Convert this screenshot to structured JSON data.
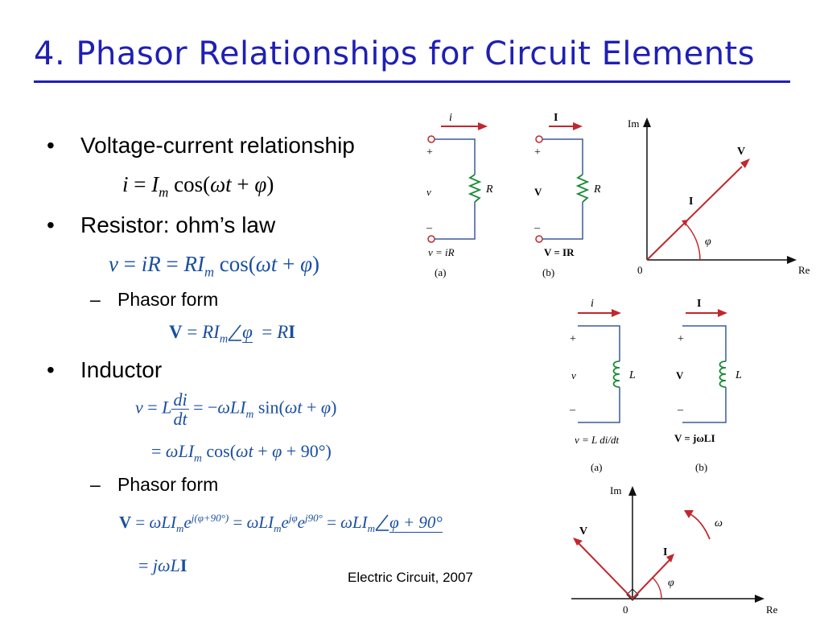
{
  "slide": {
    "title": "4. Phasor Relationships for Circuit Elements",
    "footer": "Electric Circuit, 2007"
  },
  "bullets": {
    "b1": "Voltage-current relationship",
    "b2": "Resistor: ohm’s law",
    "b2_sub": "Phasor form",
    "b3": "Inductor",
    "b3_sub": "Phasor form",
    "bullet_char": "•",
    "dash_char": "–"
  },
  "equations": {
    "current": "i = I_m cos(ωt + φ)",
    "resistor_time": "v = iR = RI_m cos(ωt + φ)",
    "resistor_phasor": "V = RI_m∠φ = RI",
    "inductor_time_1": "v = L di/dt = −ωLI_m sin(ωt + φ)",
    "inductor_time_2": "= ωLI_m cos(ωt + φ + 90°)",
    "inductor_phasor_1": "V = ωLI_m e^{j(φ+90°)} = ωLI_m e^{jφ} e^{j90°} = ωLI_m∠φ + 90°",
    "inductor_phasor_2": "= jωLI"
  },
  "figures": {
    "resistor_time": {
      "current_label": "i",
      "voltage_label": "v",
      "element_label": "R",
      "relation": "v = iR",
      "caption": "(a)"
    },
    "resistor_phasor": {
      "current_label": "I",
      "voltage_label": "V",
      "element_label": "R",
      "relation": "V = IR",
      "caption": "(b)"
    },
    "resistor_diagram": {
      "y_axis": "Im",
      "x_axis": "Re",
      "origin": "0",
      "voltage": "V",
      "current": "I",
      "angle": "φ"
    },
    "inductor_time": {
      "current_label": "i",
      "voltage_label": "v",
      "element_label": "L",
      "relation": "v = L di/dt",
      "caption": "(a)"
    },
    "inductor_phasor": {
      "current_label": "I",
      "voltage_label": "V",
      "element_label": "L",
      "relation": "V = jωLI",
      "caption": "(b)"
    },
    "inductor_diagram": {
      "y_axis": "Im",
      "x_axis": "Re",
      "origin": "0",
      "voltage": "V",
      "current": "I",
      "angle": "φ",
      "rotation": "ω"
    },
    "plus_sign": "+",
    "minus_sign": "–"
  },
  "colors": {
    "title": "#1f1fb4",
    "equation_blue": "#1a4fa0",
    "arrow_red": "#c0282e",
    "wire_blue": "#3c5a9a",
    "element_green": "#1d8a3a"
  }
}
